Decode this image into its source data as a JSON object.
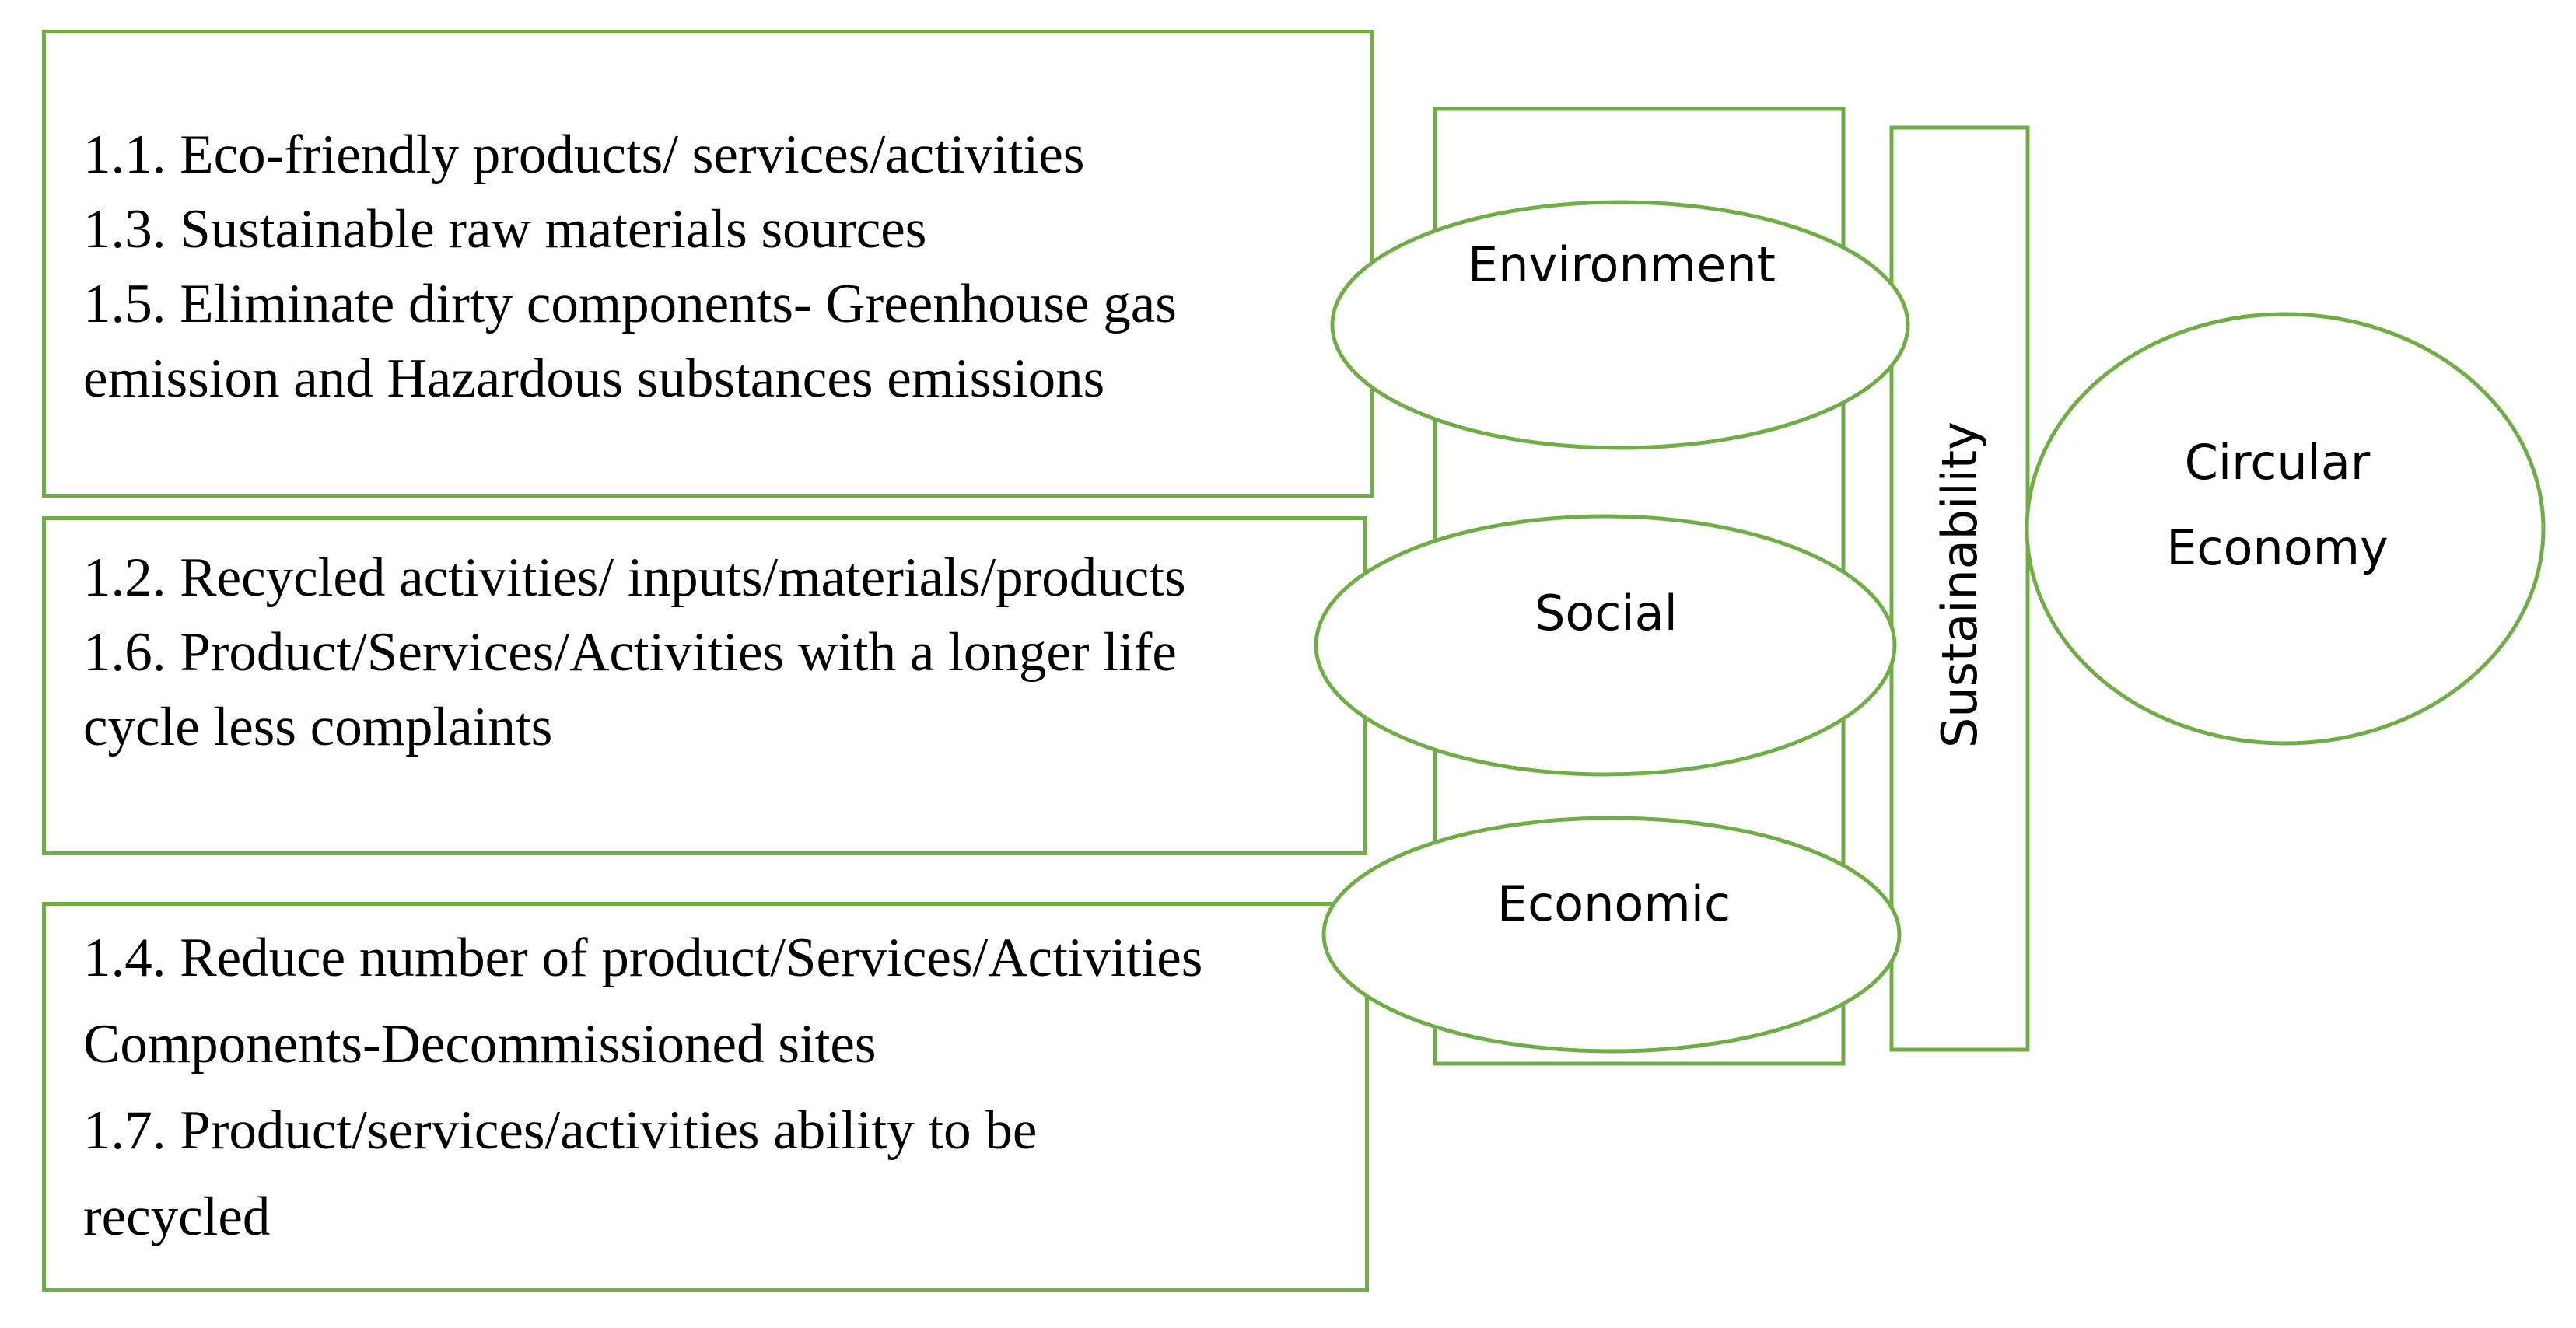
{
  "colors": {
    "stroke": "#70ad47",
    "background": "#ffffff",
    "text": "#000000"
  },
  "boxes": [
    {
      "lines": [
        "1.1. Eco-friendly products/ services/activities",
        "1.3. Sustainable raw materials sources",
        "1.5. Eliminate dirty components- Greenhouse gas",
        "emission and Hazardous substances emissions"
      ]
    },
    {
      "lines": [
        "1.2. Recycled activities/ inputs/materials/products",
        "1.6. Product/Services/Activities with a longer life",
        "cycle less complaints"
      ]
    },
    {
      "lines": [
        "1.4. Reduce number of product/Services/Activities",
        "Components-Decommissioned sites",
        "1.7. Product/services/activities ability to be",
        "recycled"
      ]
    }
  ],
  "pillars": [
    {
      "label": "Environment"
    },
    {
      "label": "Social"
    },
    {
      "label": "Economic"
    }
  ],
  "sustainability": {
    "label": "Sustainability"
  },
  "circular_economy": {
    "line1": "Circular",
    "line2": "Economy"
  }
}
